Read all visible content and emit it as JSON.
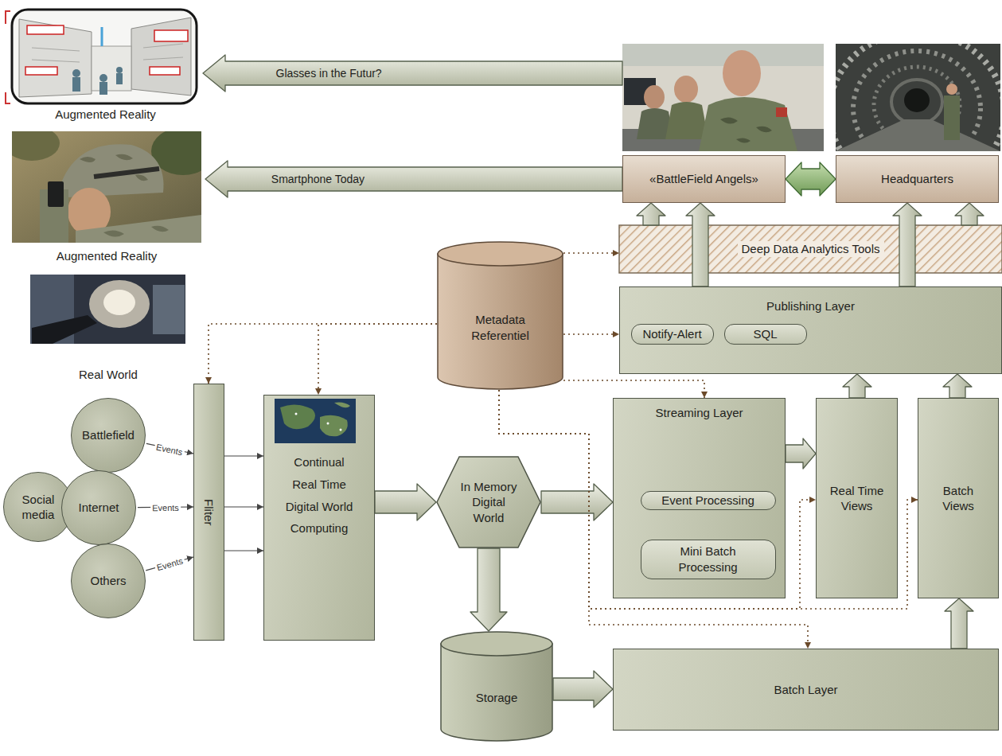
{
  "diagram": {
    "nodes": [
      {
        "text": [
          "Augmented Reality"
        ]
      },
      {
        "text": [
          "«BattleField Angels»"
        ]
      },
      {
        "text": [
          "Headquarters"
        ]
      },
      {
        "text": [
          "Augmented Reality"
        ]
      },
      {
        "text": [
          "Real World"
        ]
      },
      {
        "text": [
          "Metadata Referentiel"
        ]
      },
      {
        "text": [
          "Deep Data Analytics Tools"
        ]
      },
      {
        "text": [
          "Publishing Layer"
        ]
      },
      {
        "text": [
          "Notify-Alert"
        ],
        "in": 7
      },
      {
        "text": [
          "SQL"
        ],
        "in": 7
      },
      {
        "text": [
          "Battlefield"
        ]
      },
      {
        "text": [
          "Social media"
        ]
      },
      {
        "text": [
          "Internet"
        ]
      },
      {
        "text": [
          "Others"
        ]
      },
      {
        "text": [
          "Fliter"
        ]
      },
      {
        "text": [
          "Continual Real Time Digital World Computing"
        ]
      },
      {
        "text": [
          "In Memory Digital World"
        ]
      },
      {
        "text": [
          "Streaming Layer"
        ]
      },
      {
        "text": [
          "Event Processing"
        ],
        "in": 17
      },
      {
        "text": [
          "Mini Batch Processing"
        ],
        "in": 17
      },
      {
        "text": [
          "Real Time Views"
        ]
      },
      {
        "text": [
          "Batch Views"
        ]
      },
      {
        "text": [
          "Storage"
        ]
      },
      {
        "text": [
          "Batch Layer"
        ]
      }
    ],
    "edges": [
      {
        "from": 1,
        "to": 0,
        "label": "Glasses in the Futur?",
        "arrow": "to"
      },
      {
        "from": 1,
        "to": 3,
        "label": "Smartphone Today",
        "arrow": "to"
      },
      {
        "from": 1,
        "to": 2,
        "arrow": "both"
      },
      {
        "from": 6,
        "to": 1,
        "arrow": "to"
      },
      {
        "from": 7,
        "to": 1,
        "arrow": "to"
      },
      {
        "from": 7,
        "to": 2,
        "arrow": "to"
      },
      {
        "from": 6,
        "to": 2,
        "arrow": "to"
      },
      {
        "from": 20,
        "to": 7,
        "arrow": "to"
      },
      {
        "from": 21,
        "to": 7,
        "arrow": "to"
      },
      {
        "from": 17,
        "to": 20,
        "arrow": "to"
      },
      {
        "from": 23,
        "to": 21,
        "arrow": "to"
      },
      {
        "from": 10,
        "to": 14,
        "label": "Events",
        "arrow": "to"
      },
      {
        "from": 12,
        "to": 14,
        "label": "Events",
        "arrow": "to"
      },
      {
        "from": 13,
        "to": 14,
        "label": "Events",
        "arrow": "to"
      },
      {
        "from": 14,
        "to": 15,
        "arrow": "to"
      },
      {
        "from": 14,
        "to": 15,
        "arrow": "to"
      },
      {
        "from": 14,
        "to": 15,
        "arrow": "to"
      },
      {
        "from": 15,
        "to": 16,
        "arrow": "to"
      },
      {
        "from": 16,
        "to": 17,
        "arrow": "to"
      },
      {
        "from": 16,
        "to": 22,
        "arrow": "to"
      },
      {
        "from": 22,
        "to": 23,
        "arrow": "to"
      },
      {
        "from": 5,
        "to": 14,
        "arrow": "to"
      },
      {
        "from": 5,
        "to": 15,
        "arrow": "to"
      },
      {
        "from": 5,
        "to": 6,
        "arrow": "to"
      },
      {
        "from": 5,
        "to": 7,
        "arrow": "to"
      },
      {
        "from": 5,
        "to": 17,
        "arrow": "to"
      },
      {
        "from": 5,
        "to": 20,
        "arrow": "to"
      },
      {
        "from": 5,
        "to": 21,
        "arrow": "to"
      },
      {
        "from": 5,
        "to": 23,
        "arrow": "to"
      }
    ]
  }
}
